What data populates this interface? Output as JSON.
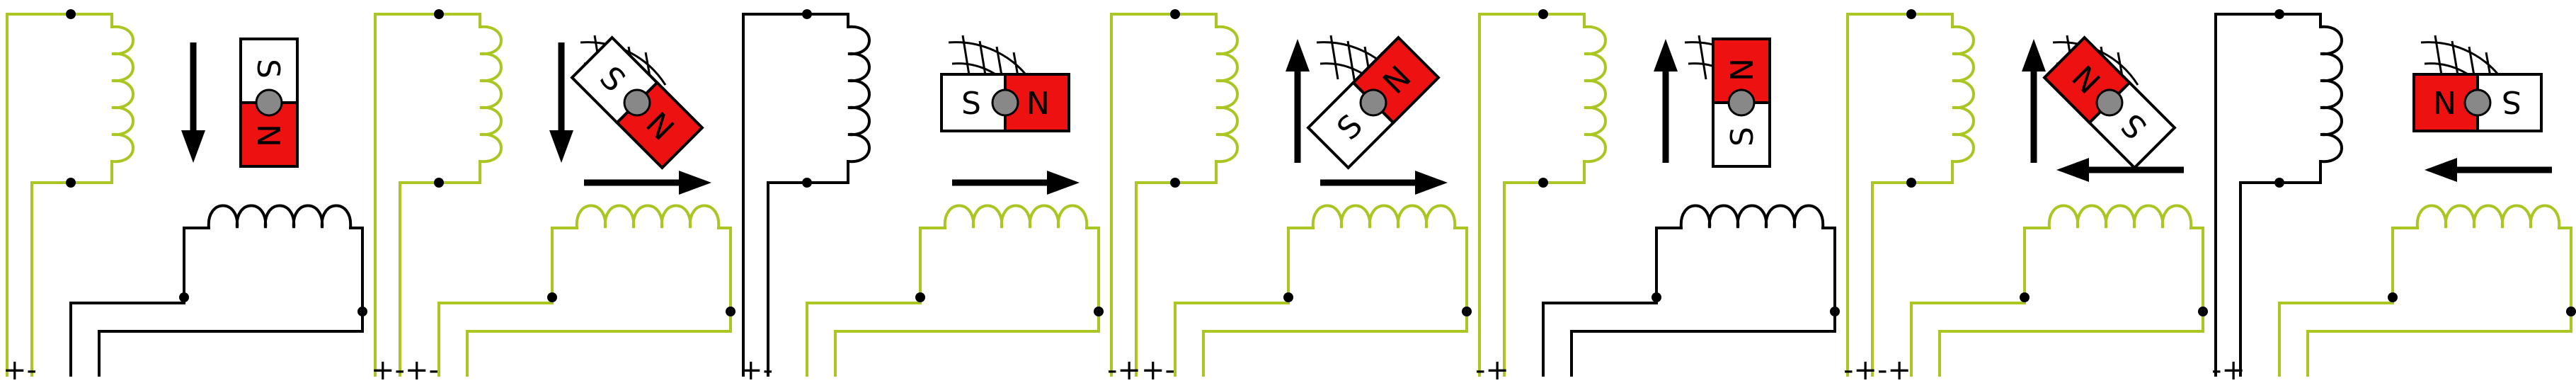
{
  "colors": {
    "active": "#a9c622",
    "inactive": "#000000",
    "north": "#ee1111",
    "south": "#ffffff",
    "pivot": "#888888"
  },
  "magnet": {
    "north_label": "N",
    "south_label": "S"
  },
  "panels": [
    {
      "id": 1,
      "top_coil": "active",
      "bottom_coil": "inactive",
      "terminals": "+-",
      "rotor_angle": 90,
      "motion_arrow": "down",
      "field_arrow": "none",
      "sweep": false
    },
    {
      "id": 2,
      "top_coil": "active",
      "bottom_coil": "active",
      "terminals": "+-+-",
      "rotor_angle": 45,
      "motion_arrow": "down",
      "field_arrow": "right",
      "sweep": true
    },
    {
      "id": 3,
      "top_coil": "inactive",
      "bottom_coil": "active",
      "terminals": "+-",
      "rotor_angle": 0,
      "motion_arrow": "none",
      "field_arrow": "right",
      "sweep": true
    },
    {
      "id": 4,
      "top_coil": "active",
      "bottom_coil": "active",
      "terminals": "-++-",
      "rotor_angle": -45,
      "motion_arrow": "up",
      "field_arrow": "right",
      "sweep": true
    },
    {
      "id": 5,
      "top_coil": "active",
      "bottom_coil": "inactive",
      "terminals": "-+",
      "rotor_angle": -90,
      "motion_arrow": "up",
      "field_arrow": "none",
      "sweep": true
    },
    {
      "id": 6,
      "top_coil": "active",
      "bottom_coil": "active",
      "terminals": "-+-+",
      "rotor_angle": -135,
      "motion_arrow": "up",
      "field_arrow": "left",
      "sweep": true
    },
    {
      "id": 7,
      "top_coil": "inactive",
      "bottom_coil": "active",
      "terminals": "-+",
      "rotor_angle": 180,
      "motion_arrow": "none",
      "field_arrow": "left",
      "sweep": true
    }
  ]
}
